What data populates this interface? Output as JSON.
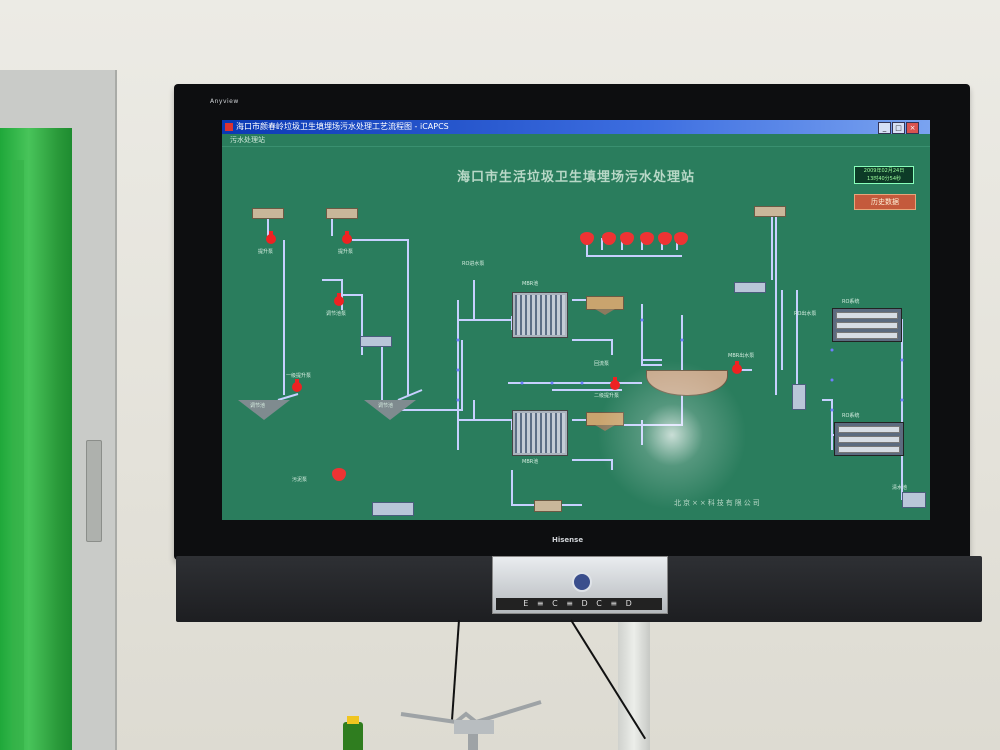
{
  "window": {
    "title": "海口市颜春岭垃圾卫生填埋场污水处理工艺流程图 - iCAPCS",
    "menu": "污水处理站",
    "controls": [
      "_",
      "□",
      "×"
    ]
  },
  "display": {
    "plant_title": "海口市生活垃圾卫生填埋场污水处理站",
    "datetime": [
      "2009年02月24日",
      "13时40分54秒"
    ],
    "report_button": "历史数据",
    "company": "北京××科技有限公司"
  },
  "monitor": {
    "brand_top": "Anyview",
    "brand_bottom": "Hisense",
    "control_strip": "E ≡ C ≡ D  C ≡ D"
  },
  "diagram": {
    "pump_labels": [
      "提升泵",
      "提升泵",
      "调节池泵",
      "一级提升泵",
      "二级提升泵",
      "MBR出水泵",
      "污泥泵",
      "RO进水泵",
      "回流泵",
      "RO出水泵"
    ],
    "tank_labels": [
      "调节池",
      "调节池",
      "MBR池",
      "MBR池",
      "RO系统",
      "RO系统",
      "清水池"
    ],
    "colors": {
      "screen_bg": "#2a7d5d",
      "pipe": "#c7d0ff",
      "pipe_dot": "#6f7dff",
      "pump": "#ee2222",
      "title_text": "#b8d8c7"
    }
  }
}
